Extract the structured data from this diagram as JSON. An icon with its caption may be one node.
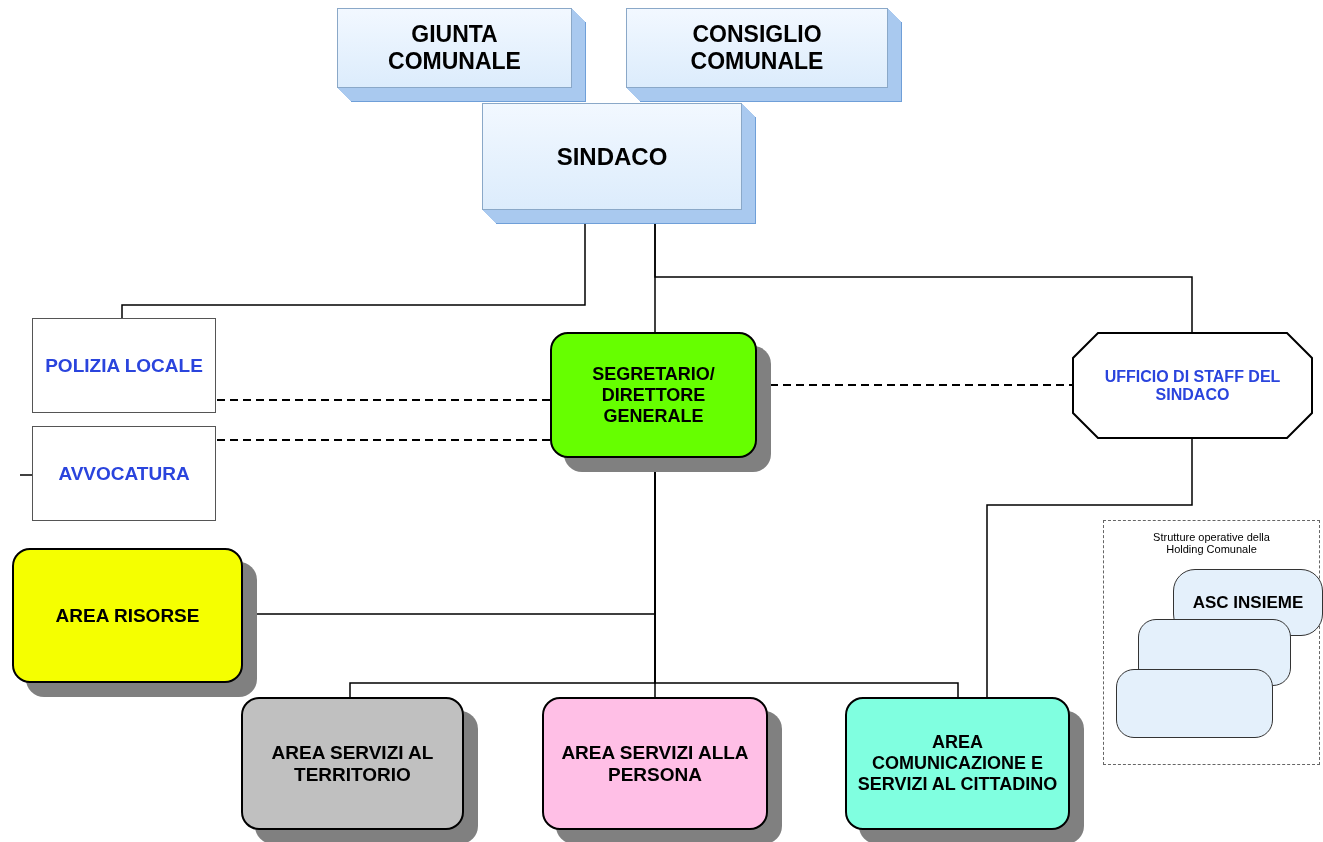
{
  "diagram": {
    "nodes": [
      {
        "text": [
          "GIUNTA COMUNALE"
        ]
      },
      {
        "text": [
          "CONSIGLIO COMUNALE"
        ]
      },
      {
        "text": [
          "SINDACO"
        ]
      },
      {
        "text": [
          "POLIZIA LOCALE"
        ]
      },
      {
        "text": [
          "AVVOCATURA"
        ]
      },
      {
        "text": [
          "SEGRETARIO/ DIRETTORE GENERALE"
        ]
      },
      {
        "text": [
          "UFFICIO DI STAFF DEL SINDACO"
        ]
      },
      {
        "text": [
          "Strutture operative della Holding Comunale"
        ]
      },
      {
        "text": [
          "ASC INSIEME"
        ],
        "in": 7
      },
      {
        "text": [],
        "shape": "box",
        "in": 7
      },
      {
        "text": [],
        "shape": "box",
        "in": 7
      },
      {
        "text": [
          "AREA RISORSE"
        ]
      },
      {
        "text": [
          "AREA SERVIZI AL TERRITORIO"
        ]
      },
      {
        "text": [
          "AREA SERVIZI ALLA PERSONA"
        ]
      },
      {
        "text": [
          "AREA COMUNICAZIONE E SERVIZI AL CITTADINO"
        ]
      }
    ],
    "edges": [
      {
        "from": 2,
        "to": 3,
        "arrow": "none"
      },
      {
        "from": 2,
        "to": 5,
        "arrow": "none"
      },
      {
        "from": 2,
        "to": 6,
        "arrow": "none"
      },
      {
        "from": 5,
        "to": 3,
        "arrow": "none",
        "style": "dashed"
      },
      {
        "from": 5,
        "to": 4,
        "arrow": "none",
        "style": "dashed"
      },
      {
        "from": 5,
        "to": 6,
        "arrow": "none",
        "style": "dashed"
      },
      {
        "from": 5,
        "to": 11,
        "arrow": "none"
      },
      {
        "from": 5,
        "to": 12,
        "arrow": "none"
      },
      {
        "from": 5,
        "to": 13,
        "arrow": "none"
      },
      {
        "from": 5,
        "to": 14,
        "arrow": "none"
      },
      {
        "from": 6,
        "to": 14,
        "arrow": "none"
      },
      {
        "from": null,
        "to": 4,
        "arrow": "none"
      }
    ]
  }
}
